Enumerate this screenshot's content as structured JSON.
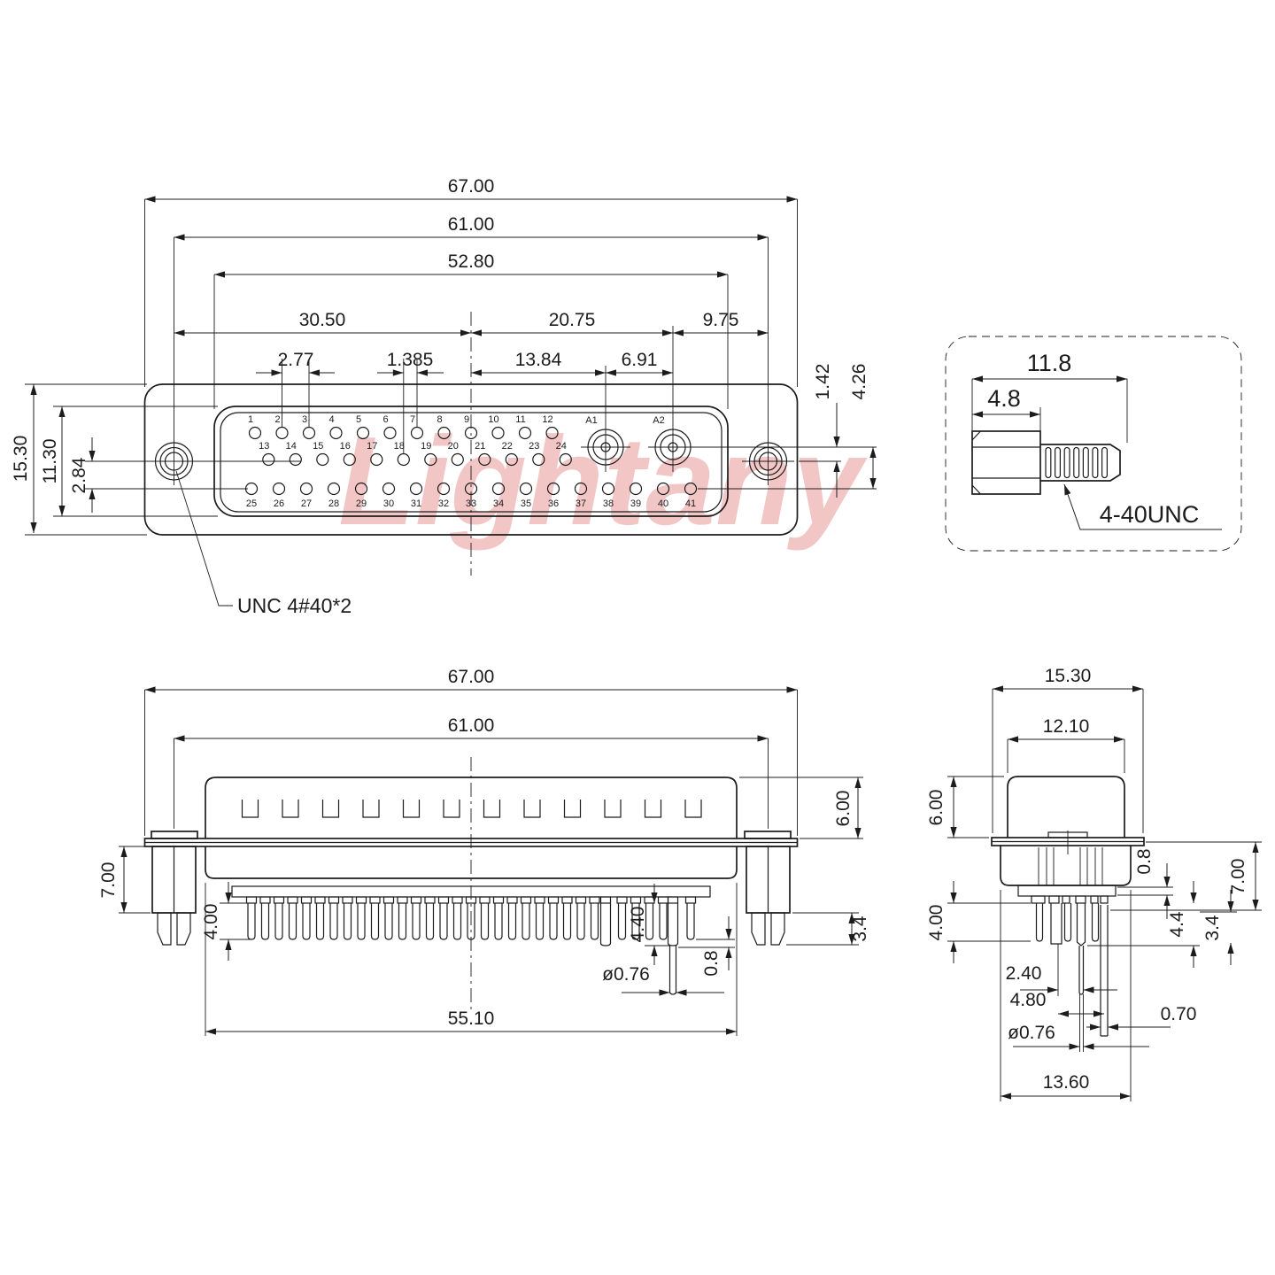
{
  "colors": {
    "ink": "#1c1c1c",
    "watermark": "#f3c6c6",
    "background": "#ffffff"
  },
  "watermark": "Lightany",
  "front_view": {
    "dims": {
      "overall_width": "67.00",
      "screw_span": "61.00",
      "shell_width": "52.80",
      "left_span": "30.50",
      "center_to_a2": "20.75",
      "a2_to_screw": "9.75",
      "pin_pitch": "2.77",
      "row_offset": "1.385",
      "center_to_a1": "13.84",
      "a1_to_a2": "6.91",
      "a_axis_drop": "1.42",
      "a_axis_to_row3": "4.26",
      "overall_height": "15.30",
      "shell_height": "11.30",
      "axis_to_row3": "2.84"
    },
    "thread_note": "UNC 4#40*2",
    "pins": {
      "row1": [
        "1",
        "2",
        "3",
        "4",
        "5",
        "6",
        "7",
        "8",
        "9",
        "10",
        "11",
        "12"
      ],
      "row2": [
        "13",
        "14",
        "15",
        "16",
        "17",
        "18",
        "19",
        "20",
        "21",
        "22",
        "23",
        "24"
      ],
      "row3": [
        "25",
        "26",
        "27",
        "28",
        "29",
        "30",
        "31",
        "32",
        "33",
        "34",
        "35",
        "36",
        "37",
        "38",
        "39",
        "40",
        "41"
      ],
      "coax": [
        "A1",
        "A2"
      ]
    }
  },
  "screw_detail": {
    "total_length": "11.8",
    "head_length": "4.8",
    "thread_spec": "4-40UNC"
  },
  "bottom_view": {
    "dims": {
      "overall_width": "67.00",
      "screw_span": "61.00",
      "shell_height": "6.00",
      "bracket_height": "7.00",
      "pin_length": "4.00",
      "coax_pin_length": "4.40",
      "pin_offset": "0.8",
      "pin_diameter": "ø0.76",
      "shell_width": "55.10",
      "leg_length": "3.4"
    }
  },
  "profile_view": {
    "dims": {
      "overall_depth": "15.30",
      "shell_depth": "12.10",
      "shell_height": "6.00",
      "wafer_thickness": "0.8",
      "bracket_height": "7.00",
      "pin_length": "4.00",
      "coax_pin_length": "4.4",
      "tip_step": "3.4",
      "pin_spacing_a": "2.40",
      "pin_spacing_b": "4.80",
      "tail_width": "0.70",
      "pin_diameter": "ø0.76",
      "block_depth": "13.60"
    }
  }
}
